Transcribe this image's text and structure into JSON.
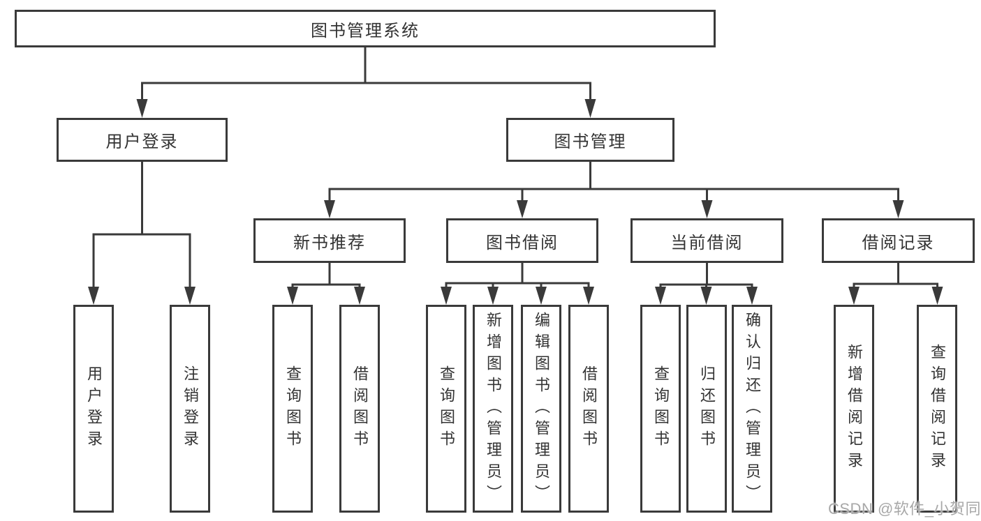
{
  "diagram": {
    "title_node": "图书管理系统",
    "level2": {
      "user_login": "用户登录",
      "book_mgmt": "图书管理"
    },
    "level3": {
      "new_book_rec": "新书推荐",
      "book_borrow": "图书借阅",
      "current_borrow": "当前借阅",
      "borrow_records": "借阅记录"
    },
    "leaves": {
      "ul_login": "用户登录",
      "ul_logout": "注销登录",
      "nb_query": "查询图书",
      "nb_borrow": "借阅图书",
      "bb_query": "查询图书",
      "bb_add": "新增图书（管理员）",
      "bb_edit": "编辑图书（管理员）",
      "bb_borrow": "借阅图书",
      "cb_query": "查询图书",
      "cb_return": "归还图书",
      "cb_confirm": "确认归还（管理员）",
      "br_add": "新增借阅记录",
      "br_query": "查询借阅记录"
    }
  },
  "watermark": "CSDN @软件_小贺同学",
  "colors": {
    "line": "#3a3a3a",
    "text": "#333333",
    "watermark": "#a8a8a8",
    "background": "#ffffff"
  }
}
